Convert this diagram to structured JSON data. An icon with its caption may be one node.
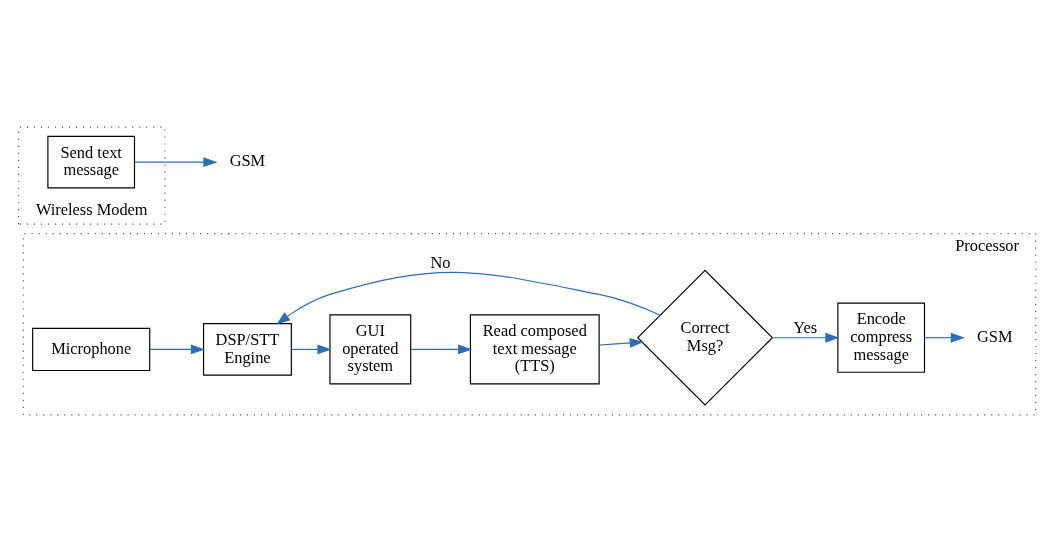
{
  "diagram": {
    "nodes": [
      {
        "text": [
          "Processor"
        ]
      },
      {
        "text": [
          "Microphone"
        ],
        "in": 0
      },
      {
        "text": [
          "DSP/STT Engine"
        ],
        "in": 0
      },
      {
        "text": [
          "GUI operated system"
        ],
        "in": 0
      },
      {
        "text": [
          "Read composed text message (TTS)"
        ],
        "in": 0
      },
      {
        "text": [
          "Correct Msg?"
        ],
        "in": 0
      },
      {
        "text": [
          "Encode compress message"
        ],
        "in": 0
      },
      {
        "text": [
          "GSM"
        ],
        "in": 0
      },
      {
        "text": [
          "Wireless Modem"
        ]
      },
      {
        "text": [
          "Send text message"
        ],
        "in": 8
      },
      {
        "text": [
          "GSM"
        ]
      }
    ],
    "edges": [
      {
        "from": 1,
        "to": 2,
        "arrow": "to"
      },
      {
        "from": 2,
        "to": 3,
        "arrow": "to"
      },
      {
        "from": 3,
        "to": 4,
        "arrow": "to"
      },
      {
        "from": 4,
        "to": 5,
        "arrow": "to"
      },
      {
        "from": 5,
        "to": 6,
        "arrow": "to",
        "label": "Yes"
      },
      {
        "from": 5,
        "to": 2,
        "arrow": "to",
        "label": "No"
      },
      {
        "from": 6,
        "to": 7,
        "arrow": "to"
      },
      {
        "from": 9,
        "to": 10,
        "arrow": "to"
      }
    ]
  }
}
